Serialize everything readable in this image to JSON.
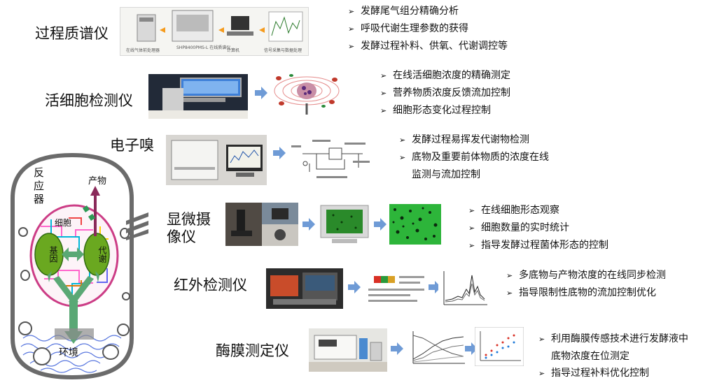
{
  "rows": [
    {
      "title": "过程质谱仪",
      "bullets": [
        "发酵尾气组分精确分析",
        "呼吸代谢生理参数的获得",
        "发酵过程补料、供氧、代谢调控等"
      ],
      "captions": [
        "在线气体前处理器",
        "SHP8400PMS-L 在线质谱仪",
        "计算机",
        "信号采集与数据处理"
      ]
    },
    {
      "title": "活细胞检测仪",
      "bullets": [
        "在线活细胞浓度的精确测定",
        "营养物质浓度反馈流加控制",
        "细胞形态变化过程控制"
      ]
    },
    {
      "title": "电子嗅",
      "bullets": [
        "发酵过程易挥发代谢物检测",
        "底物及重要前体物质的浓度在线",
        "监测与流加控制"
      ]
    },
    {
      "title_line1": "显微摄",
      "title_line2": "像仪",
      "bullets": [
        "在线细胞形态观察",
        "细胞数量的实时统计",
        "指导发酵过程菌体形态的控制"
      ]
    },
    {
      "title": "红外检测仪",
      "bullets": [
        "多底物与产物浓度的在线同步检测",
        "指导限制性底物的流加控制优化"
      ]
    },
    {
      "title": "酶膜测定仪",
      "bullets": [
        "利用酶膜传感技术进行发酵液中",
        "底物浓度在位测定",
        "指导过程补料优化控制"
      ]
    }
  ],
  "reactor": {
    "label_line1": "反",
    "label_line2": "应",
    "label_line3": "器",
    "product": "产物",
    "cell": "细胞",
    "gene": "基因",
    "metabolism": "代谢",
    "environment": "环境"
  },
  "colors": {
    "arrow": "#6f9bd6",
    "green_node": "#6aa820",
    "green_arrow": "#5aa875",
    "product_arrow": "#8a2a5a",
    "cell_ring": "#cc3d86"
  }
}
